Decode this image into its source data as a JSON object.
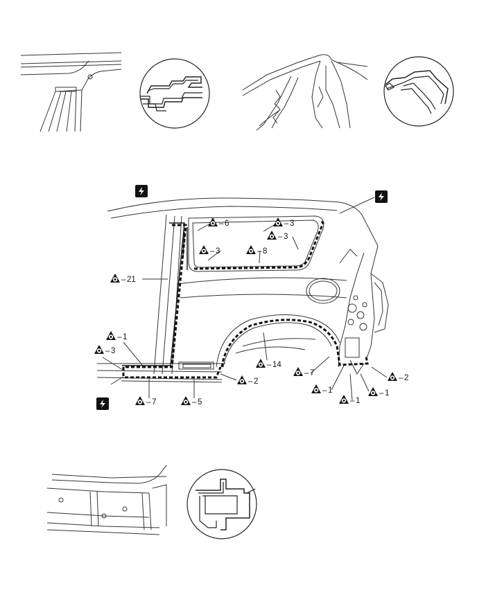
{
  "diagram": {
    "weld_symbol_glyph": "ϟ",
    "marker_icon": "triangle-weld-point-icon",
    "callouts": {
      "c6": "6",
      "c3_top_right": "3",
      "c3_window_lower": "3",
      "c8": "8",
      "c3_right": "3",
      "c21": "21",
      "c1_left": "1",
      "c3_left": "3",
      "c2_center": "2",
      "c14": "14",
      "c7_center": "7",
      "c2_right": "2",
      "c1_right_a": "1",
      "c1_right_b": "1",
      "c1_right_c": "1",
      "c7_bottom": "7",
      "c5": "5"
    },
    "dash": "–"
  }
}
